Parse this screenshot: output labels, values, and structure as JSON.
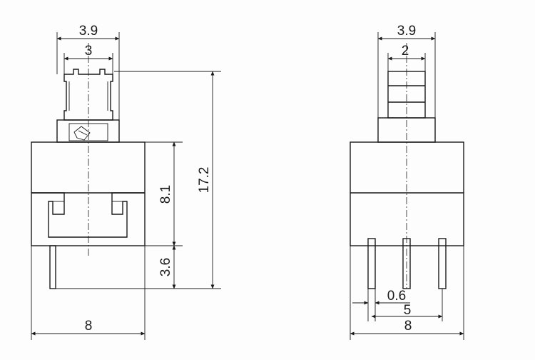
{
  "left_view": {
    "dims": {
      "width_top": "3.9",
      "width_inner": "3",
      "height_total": "17.2",
      "height_body": "8.1",
      "height_pin": "3.6",
      "width_body": "8"
    }
  },
  "right_view": {
    "dims": {
      "width_top": "3.9",
      "width_inner": "2",
      "pin_width": "0.6",
      "pin_pitch": "5",
      "width_body": "8"
    }
  }
}
